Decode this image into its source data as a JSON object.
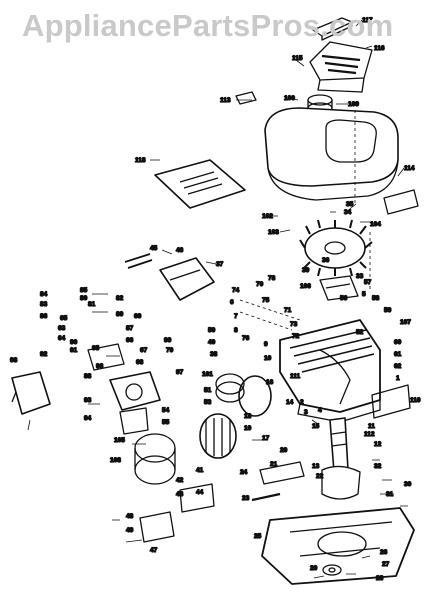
{
  "watermark": "AppliancePartsPros.com",
  "labels": [
    "117",
    "116",
    "115",
    "113",
    "100",
    "109",
    "118",
    "114",
    "35",
    "34",
    "102",
    "103",
    "104",
    "110",
    "45",
    "46",
    "37",
    "78",
    "75",
    "73",
    "71",
    "72",
    "106",
    "39",
    "33",
    "52",
    "107",
    "84",
    "83",
    "85",
    "80",
    "81",
    "82",
    "86",
    "89",
    "92",
    "95",
    "96",
    "79",
    "87",
    "88",
    "93",
    "94",
    "97",
    "101",
    "98",
    "90",
    "91",
    "99",
    "18",
    "19",
    "17",
    "14",
    "15",
    "16",
    "11",
    "12",
    "13",
    "20",
    "21",
    "22",
    "23",
    "24",
    "25",
    "26",
    "27",
    "28",
    "29",
    "30",
    "31",
    "32",
    "41",
    "42",
    "43",
    "44",
    "47",
    "48",
    "49",
    "105",
    "108",
    "111",
    "112",
    "1",
    "2",
    "3",
    "4",
    "5",
    "6",
    "7",
    "8",
    "9",
    "10",
    "36",
    "38",
    "40",
    "50",
    "51",
    "53",
    "54",
    "55",
    "56",
    "57",
    "58",
    "59",
    "60",
    "61",
    "62",
    "63",
    "64",
    "65",
    "66",
    "67",
    "68",
    "69",
    "70",
    "74",
    "76",
    "77"
  ]
}
